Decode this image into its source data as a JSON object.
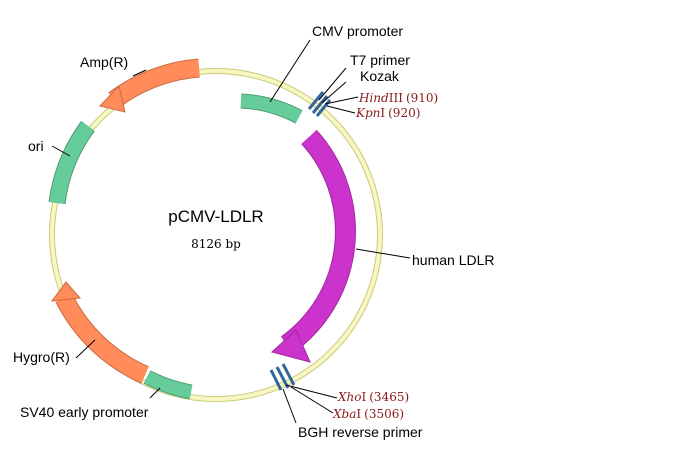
{
  "plasmid": {
    "name": "pCMV-LDLR",
    "size": "8126 bp"
  },
  "features": {
    "cmv_promoter": "CMV promoter",
    "t7_primer": "T7 primer",
    "kozak": "Kozak",
    "human_ldlr": "human LDLR",
    "bgh_reverse_primer": "BGH reverse primer",
    "sv40_early_promoter": "SV40 early promoter",
    "hygro": "Hygro(R)",
    "ori": "ori",
    "amp": "Amp(R)"
  },
  "sites": [
    {
      "italic": "Hind",
      "rest": "III",
      "pos": "(910)"
    },
    {
      "italic": "Kpn",
      "rest": "I",
      "pos": "(920)"
    },
    {
      "italic": "Xho",
      "rest": "I",
      "pos": "(3465)"
    },
    {
      "italic": "Xba",
      "rest": "I",
      "pos": "(3506)"
    }
  ],
  "colors": {
    "backbone": "#f7f7c4",
    "backbone_stroke": "#c9c97a",
    "promoter": "#66cc99",
    "insert": "#cc33cc",
    "resistance": "#ff8c5a",
    "primer": "#336699",
    "site_text": "#8a1a1a"
  }
}
